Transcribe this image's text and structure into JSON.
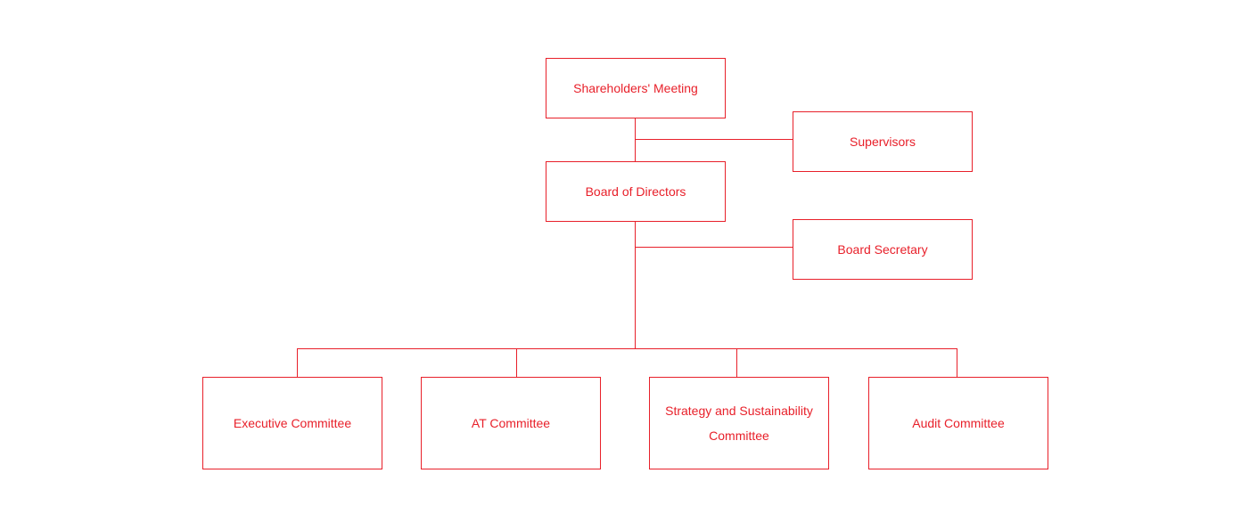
{
  "org_chart": {
    "nodes": {
      "shareholders_meeting": "Shareholders' Meeting",
      "supervisors": "Supervisors",
      "board_of_directors": "Board of Directors",
      "board_secretary": "Board Secretary",
      "executive_committee": "Executive Committee",
      "at_committee": "AT Committee",
      "strategy_committee": "Strategy and Sustainability Committee",
      "audit_committee": "Audit Committee"
    },
    "colors": {
      "line": "#e8202a",
      "text": "#e8202a",
      "background": "#ffffff"
    }
  }
}
